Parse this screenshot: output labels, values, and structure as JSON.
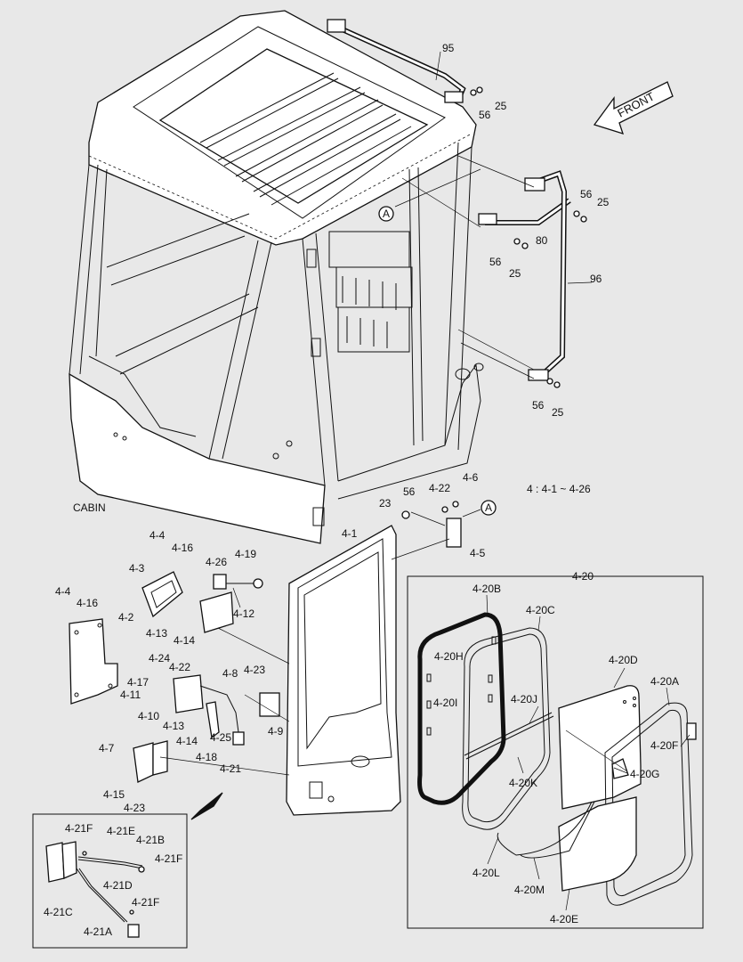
{
  "cabin_label": "CABIN",
  "front_label": "FRONT",
  "group_note": "4 : 4-1 ~ 4-26",
  "callout": "A",
  "labels": {
    "p95": "95",
    "p56a": "56",
    "p25a": "25",
    "p56b": "56",
    "p25b": "25",
    "p80": "80",
    "p56c": "56",
    "p25c": "25",
    "p96": "96",
    "p56d": "56",
    "p25d": "25",
    "p4_1": "4-1",
    "p4_2": "4-2",
    "p4_3": "4-3",
    "p4_4a": "4-4",
    "p4_4b": "4-4",
    "p4_5": "4-5",
    "p4_6": "4-6",
    "p4_7": "4-7",
    "p4_8": "4-8",
    "p4_9": "4-9",
    "p4_10": "4-10",
    "p4_11": "4-11",
    "p4_12": "4-12",
    "p4_13a": "4-13",
    "p4_13b": "4-13",
    "p4_14a": "4-14",
    "p4_14b": "4-14",
    "p4_15": "4-15",
    "p4_16a": "4-16",
    "p4_16b": "4-16",
    "p4_17": "4-17",
    "p4_18": "4-18",
    "p4_19": "4-19",
    "p4_20": "4-20",
    "p4_21": "4-21",
    "p4_22a": "4-22",
    "p4_22b": "4-22",
    "p4_23a": "4-23",
    "p4_23b": "4-23",
    "p4_24": "4-24",
    "p4_25": "4-25",
    "p4_26": "4-26",
    "p23": "23",
    "p56e": "56",
    "p4_20A": "4-20A",
    "p4_20B": "4-20B",
    "p4_20C": "4-20C",
    "p4_20D": "4-20D",
    "p4_20E": "4-20E",
    "p4_20F": "4-20F",
    "p4_20G": "4-20G",
    "p4_20H": "4-20H",
    "p4_20I": "4-20I",
    "p4_20J": "4-20J",
    "p4_20K": "4-20K",
    "p4_20L": "4-20L",
    "p4_20M": "4-20M",
    "p4_21A": "4-21A",
    "p4_21B": "4-21B",
    "p4_21C": "4-21C",
    "p4_21D": "4-21D",
    "p4_21E": "4-21E",
    "p4_21Fa": "4-21F",
    "p4_21Fb": "4-21F",
    "p4_21Fc": "4-21F"
  }
}
